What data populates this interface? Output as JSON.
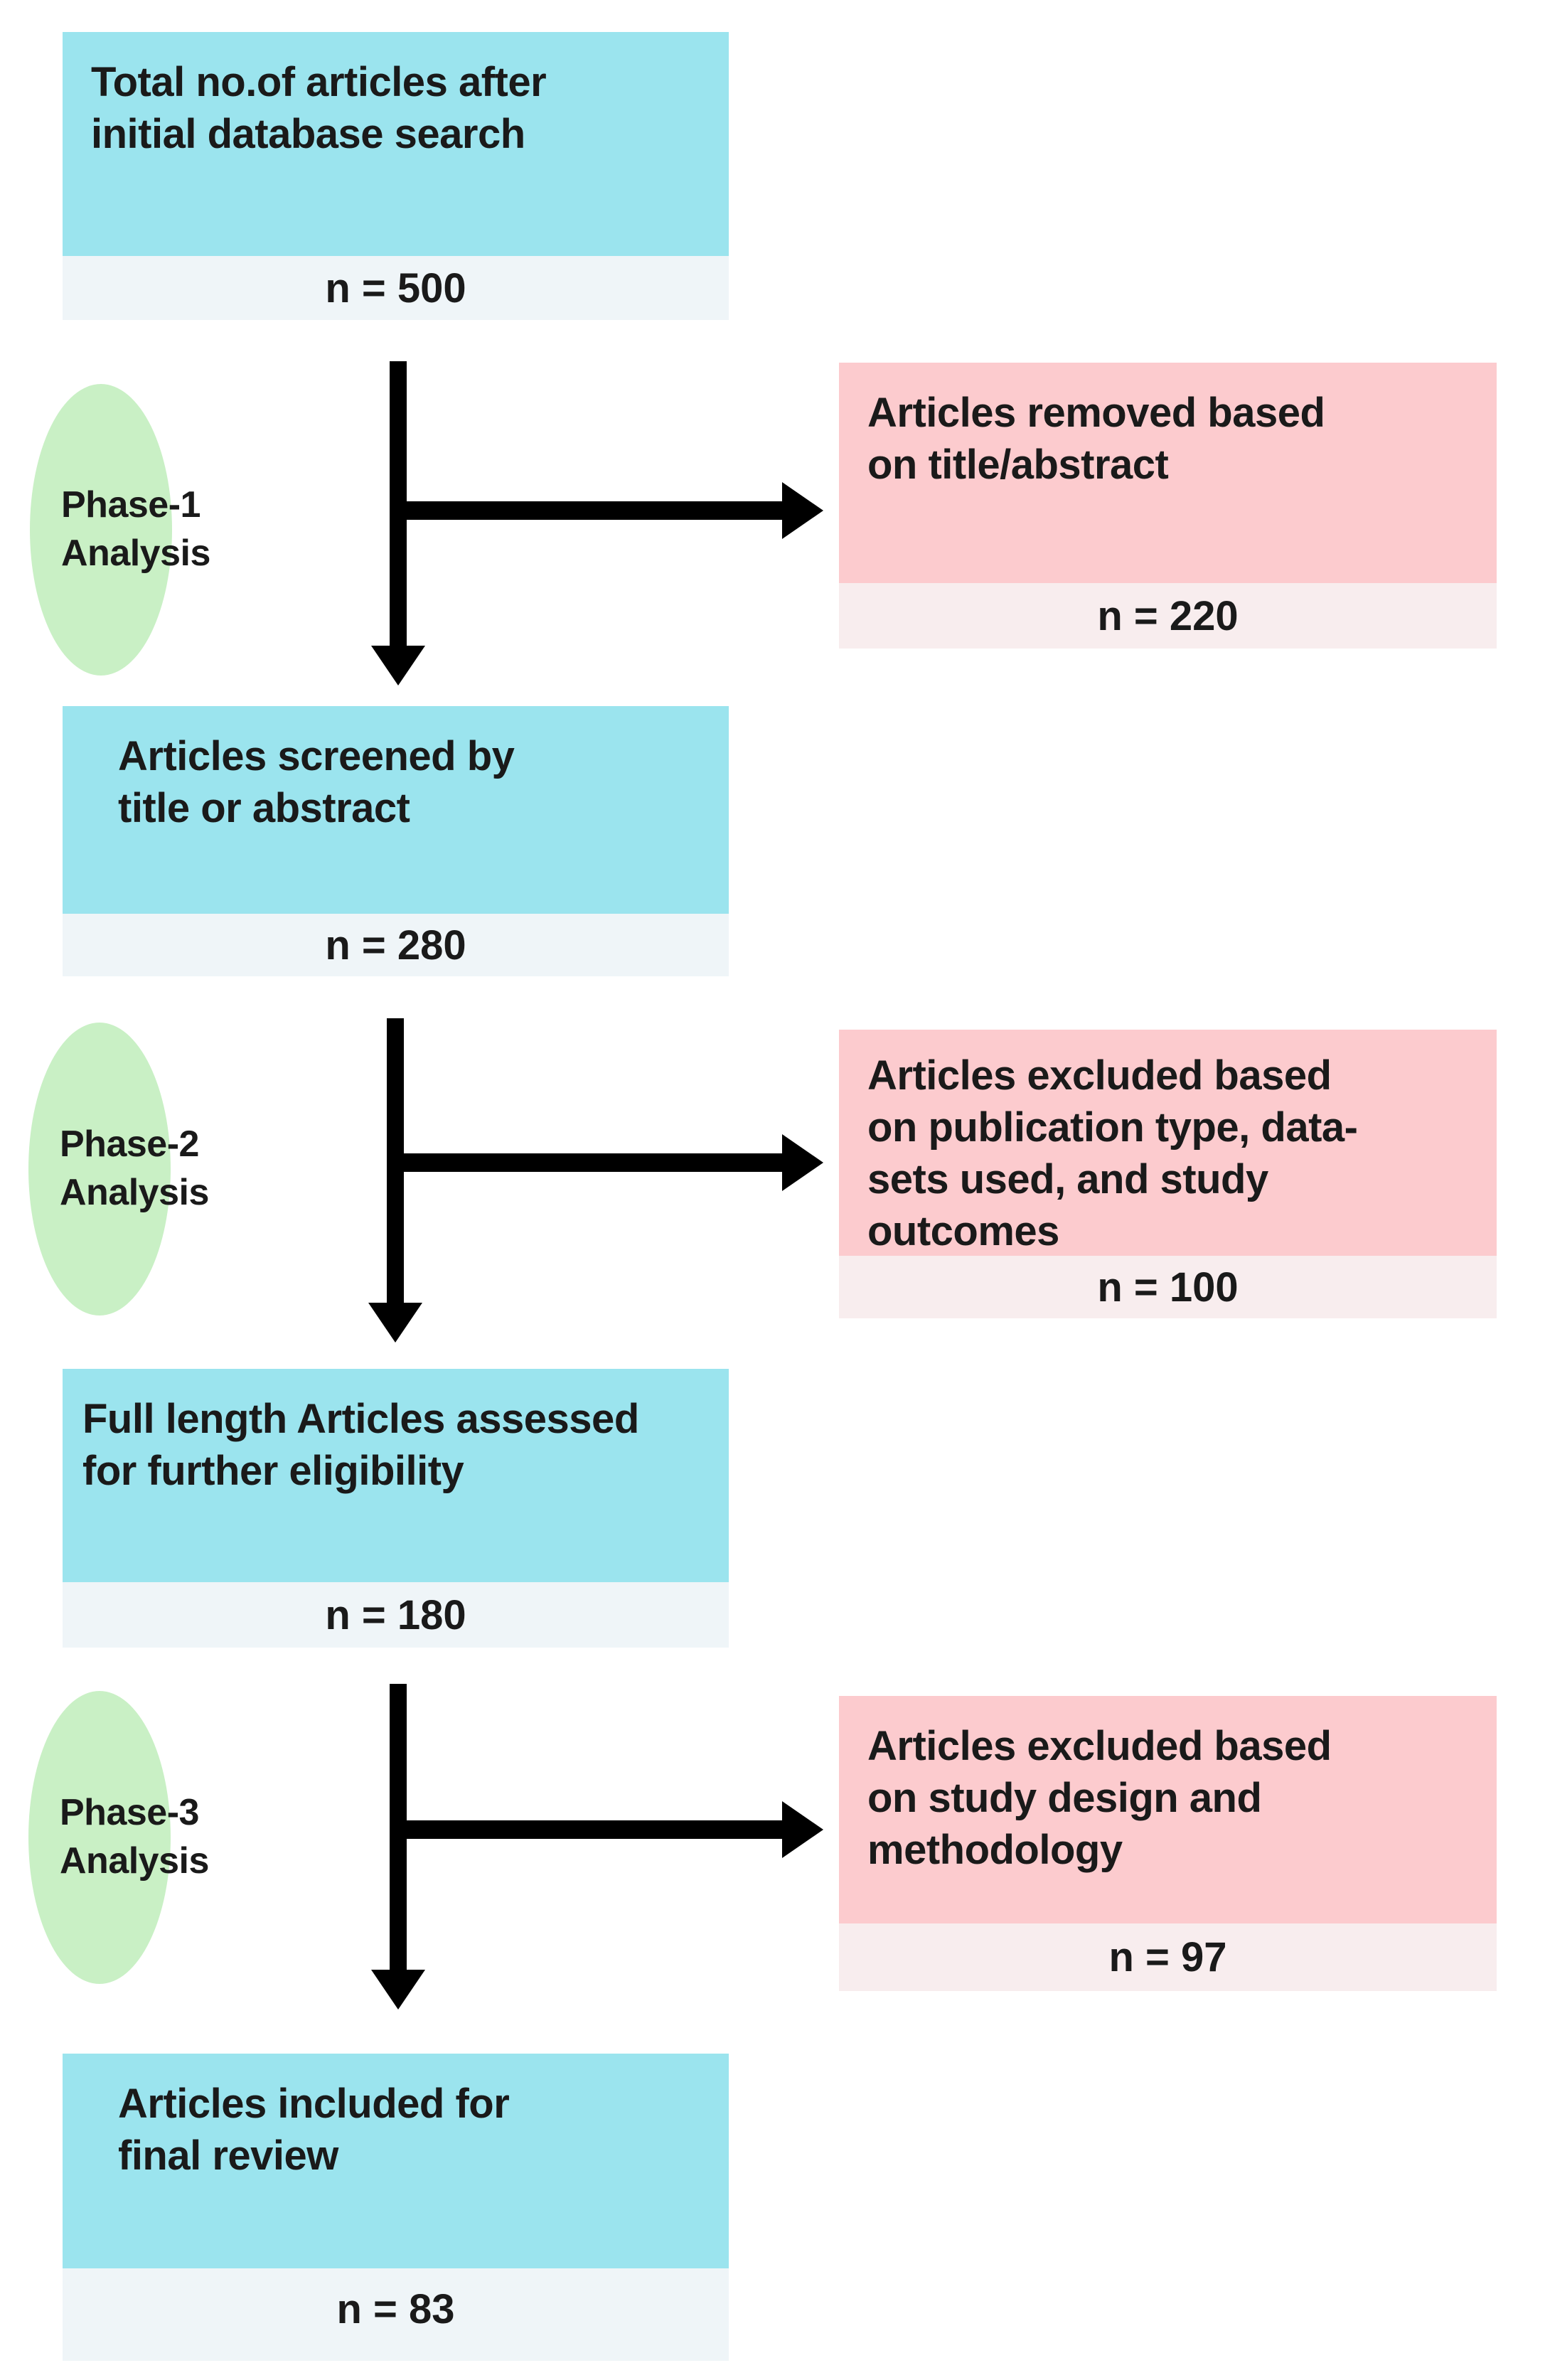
{
  "diagram": {
    "title": "Article selection flow diagram",
    "colors": {
      "cyan_box": "#9BE4EE",
      "cyan_footer": "#EFF5F8",
      "pink_box": "#FCCBCE",
      "pink_footer": "#F8EDEE",
      "green_ellipse": "#C9F0C5",
      "arrow": "#000000",
      "text": "#1A1A1A"
    },
    "count_prefix": "n = "
  },
  "stages": [
    {
      "id": "initial-search",
      "label": "Total no.of articles after\ninitial database search",
      "count": "n = 500"
    },
    {
      "id": "screened",
      "label": "Articles screened by\ntitle or abstract",
      "count": "n = 280"
    },
    {
      "id": "full-length-assessed",
      "label": "Full length Articles assessed\nfor further eligibility",
      "count": "n = 180"
    },
    {
      "id": "final-included",
      "label": "Articles included for\nfinal review",
      "count": "n = 83"
    }
  ],
  "exclusions": [
    {
      "id": "removed-title-abstract",
      "label": "Articles removed based\non title/abstract",
      "count": "n = 220"
    },
    {
      "id": "excluded-publication-type",
      "label": "Articles excluded based\non publication type, data-\nsets used, and study\noutcomes",
      "count": "n = 100"
    },
    {
      "id": "excluded-study-design",
      "label": "Articles excluded based\non study design and\nmethodology",
      "count": "n = 97"
    }
  ],
  "phases": [
    {
      "id": "phase-1",
      "label": "Phase-1\nAnalysis"
    },
    {
      "id": "phase-2",
      "label": "Phase-2\nAnalysis"
    },
    {
      "id": "phase-3",
      "label": "Phase-3\nAnalysis"
    }
  ],
  "chart_data": {
    "type": "diagram",
    "title": "PRISMA-style article screening flow",
    "nodes": [
      {
        "name": "Total no.of articles after initial database search",
        "n": 500,
        "kind": "included"
      },
      {
        "name": "Articles removed based on title/abstract",
        "n": 220,
        "kind": "excluded"
      },
      {
        "name": "Articles screened by title or abstract",
        "n": 280,
        "kind": "included"
      },
      {
        "name": "Articles excluded based on publication type, data-sets used, and study outcomes",
        "n": 100,
        "kind": "excluded"
      },
      {
        "name": "Full length Articles assessed for further eligibility",
        "n": 180,
        "kind": "included"
      },
      {
        "name": "Articles excluded based on study design and methodology",
        "n": 97,
        "kind": "excluded"
      },
      {
        "name": "Articles included for final review",
        "n": 83,
        "kind": "included"
      }
    ],
    "phases": [
      "Phase-1 Analysis",
      "Phase-2 Analysis",
      "Phase-3 Analysis"
    ]
  }
}
